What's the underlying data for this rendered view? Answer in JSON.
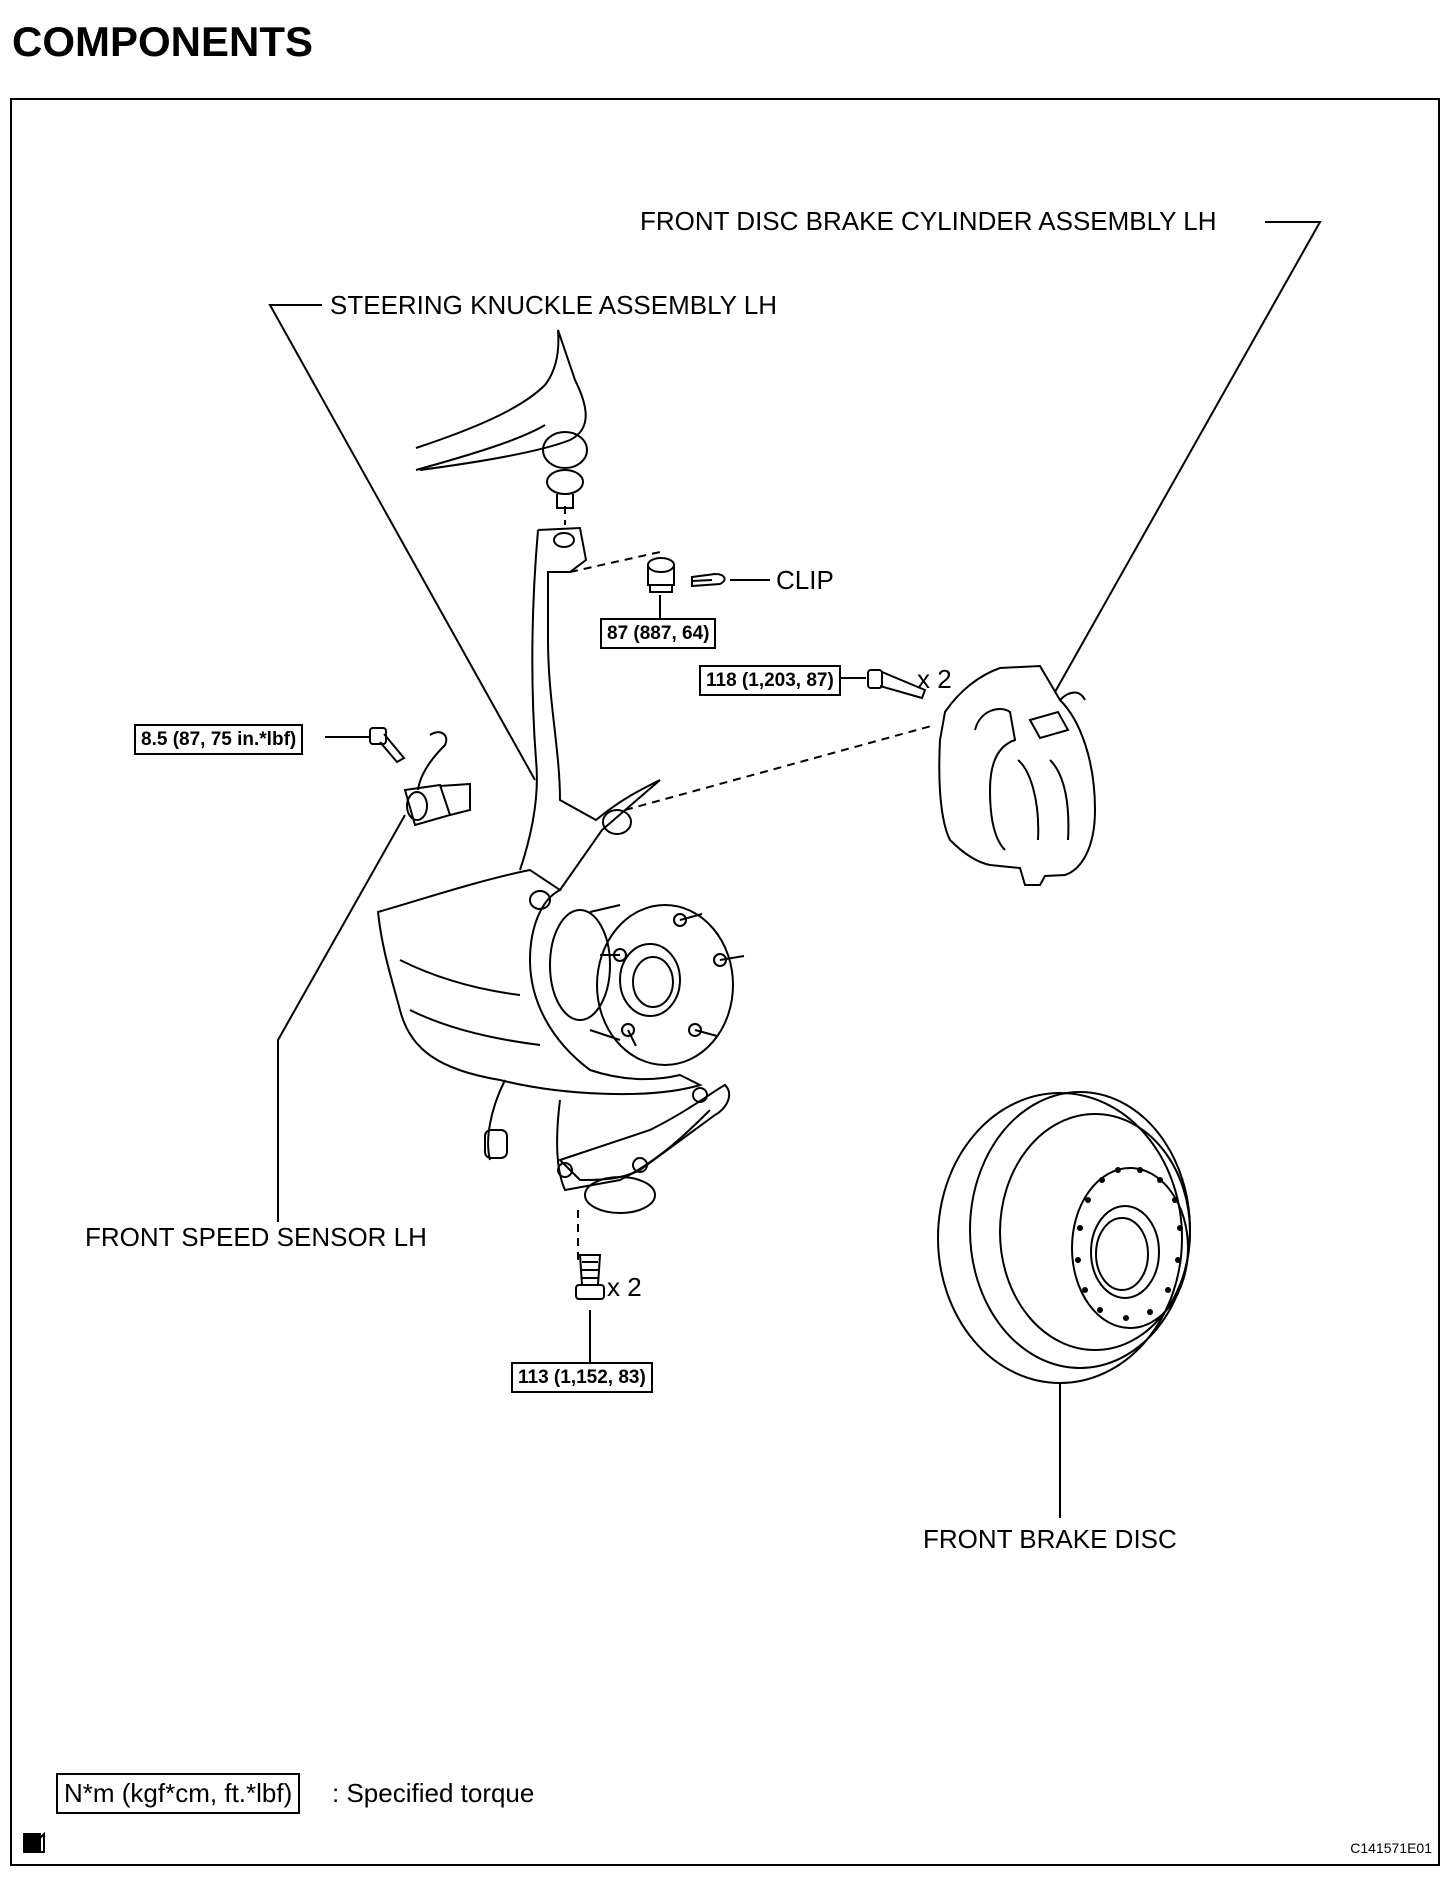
{
  "heading": "COMPONENTS",
  "labels": {
    "caliper": "FRONT DISC BRAKE CYLINDER ASSEMBLY LH",
    "knuckle": "STEERING KNUCKLE ASSEMBLY LH",
    "clip": "CLIP",
    "sensor": "FRONT SPEED SENSOR LH",
    "disc": "FRONT BRAKE DISC"
  },
  "torques": {
    "nut": "87 (887, 64)",
    "caliper_bolt": "118 (1,203, 87)",
    "sensor_bolt": "8.5 (87, 75 in.*lbf)",
    "lower_bolt": "113 (1,152, 83)"
  },
  "quantities": {
    "caliper_bolt": "x 2",
    "lower_bolt": "x 2"
  },
  "legend": {
    "unit": "N*m (kgf*cm, ft.*lbf)",
    "text": ": Specified torque"
  },
  "figure_code": "C141571E01"
}
